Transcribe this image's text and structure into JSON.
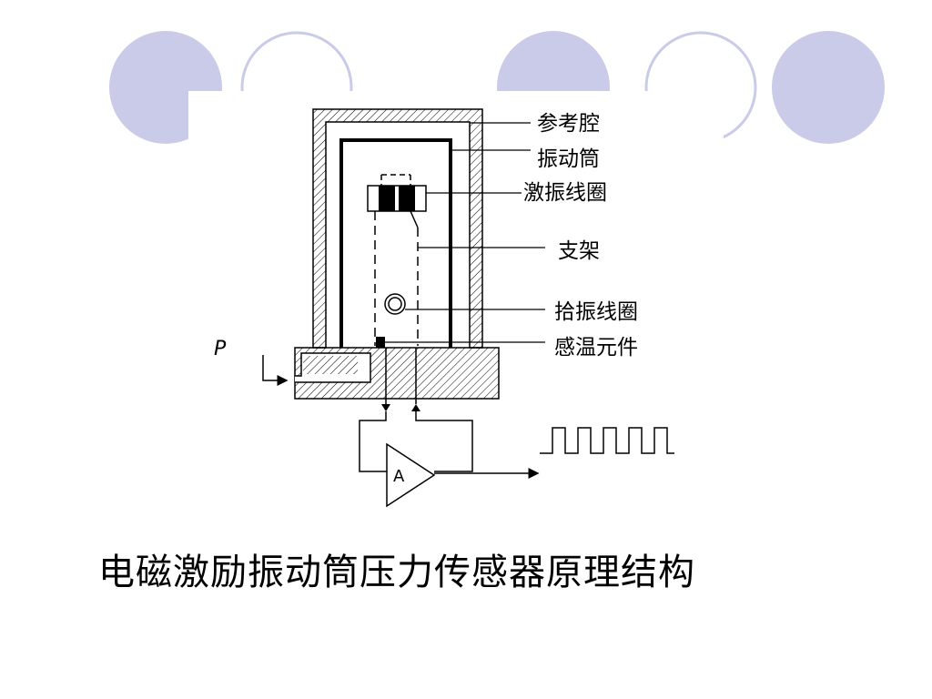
{
  "caption": "电磁激励振动筒压力传感器原理结构",
  "labels": {
    "reference_cavity": "参考腔",
    "vibrating_cylinder": "振动筒",
    "excitation_coil": "激振线圈",
    "bracket": "支架",
    "pickup_coil": "拾振线圈",
    "temp_element": "感温元件",
    "pressure": "P",
    "amplifier": "A"
  },
  "colors": {
    "deco_fill": "#c9cbe8",
    "deco_stroke": "#c9cbe8",
    "line": "#000000"
  }
}
